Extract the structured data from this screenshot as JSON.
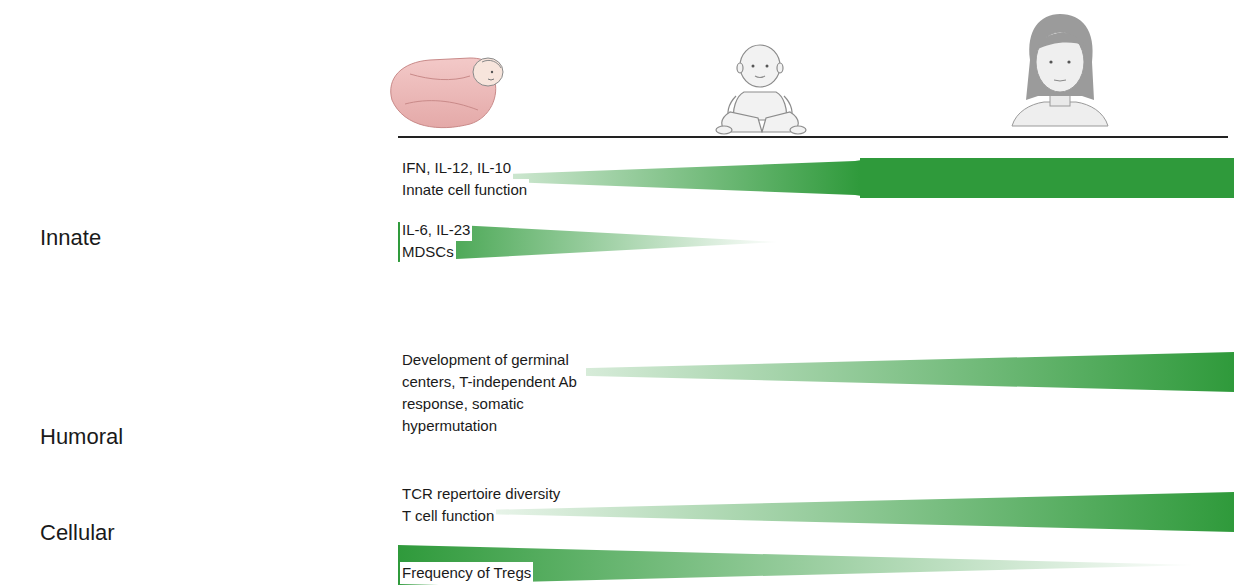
{
  "diagram": {
    "labels": [
      "Innate",
      "IFN, IL-12, IL-10",
      "Innate cell function",
      "IL-6, IL-23",
      "MDSCs",
      "Humoral",
      "Development of germinal centers, T-independent Ab response, somatic hypermutation",
      "Cellular",
      "TCR repertoire diversity",
      "T cell function",
      "Frequency of Tregs"
    ]
  }
}
